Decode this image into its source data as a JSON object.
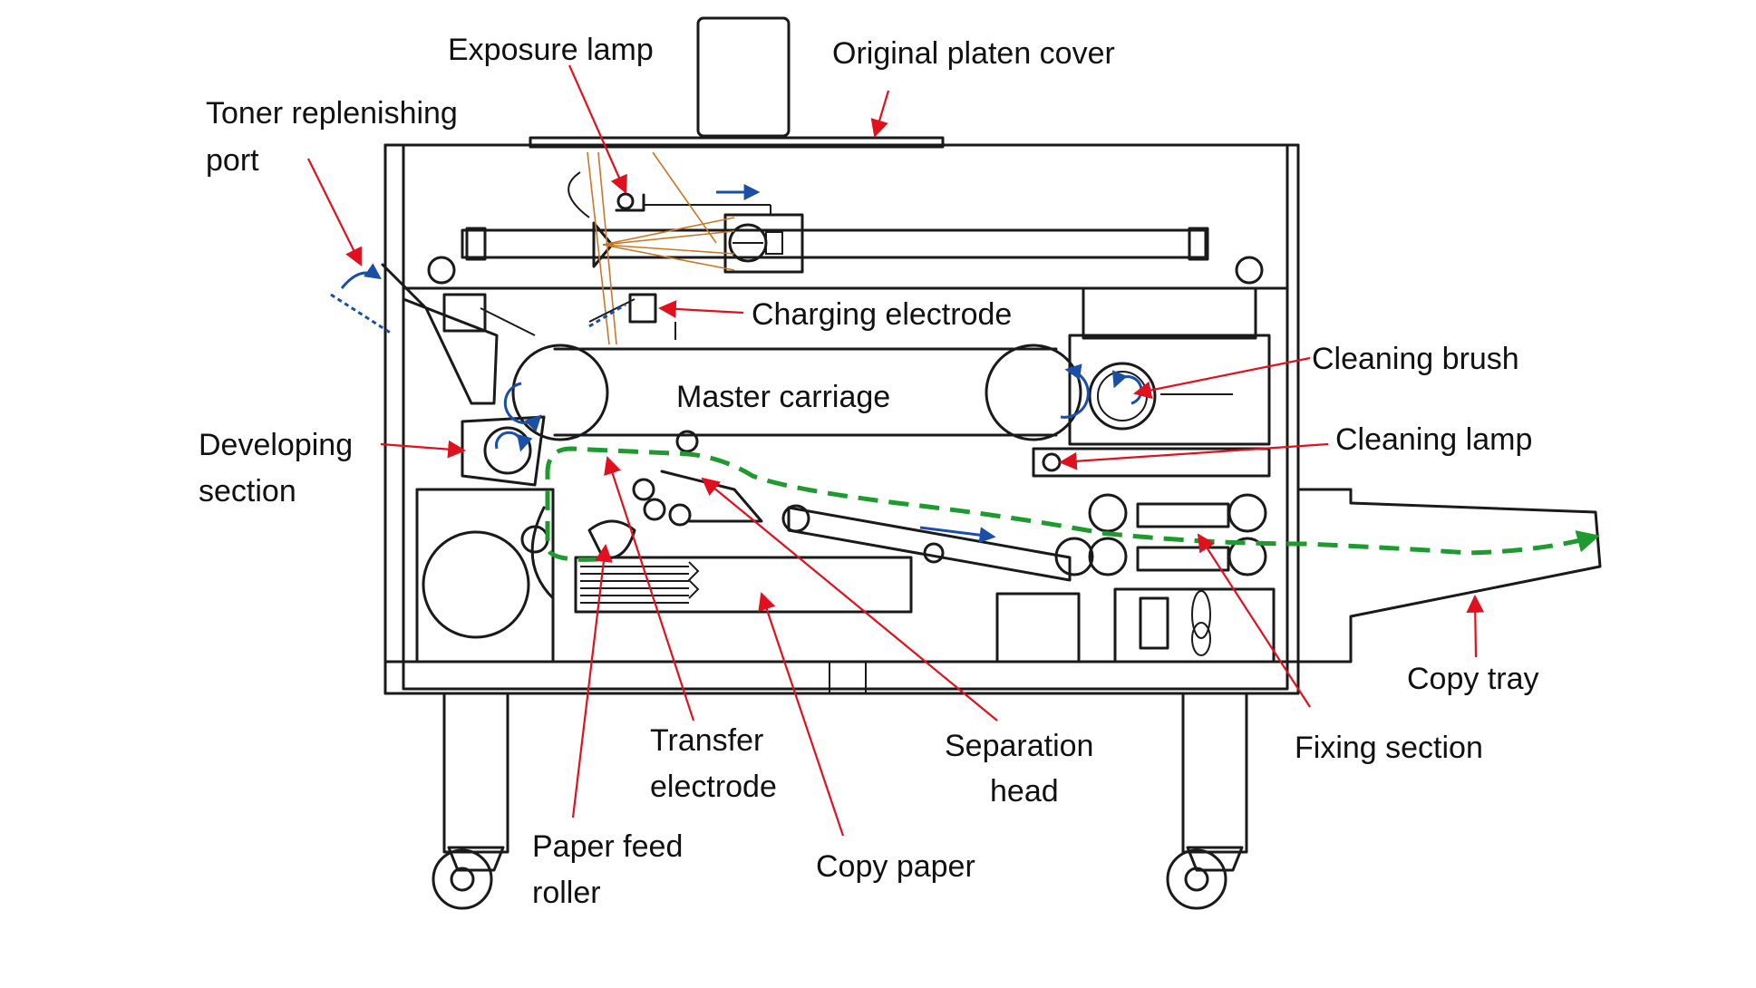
{
  "labels": {
    "exposure_lamp": "Exposure lamp",
    "original_platen_cover": "Original platen cover",
    "toner_replenishing_port_1": "Toner replenishing",
    "toner_replenishing_port_2": "port",
    "charging_electrode": "Charging electrode",
    "master_carriage": "Master carriage",
    "cleaning_brush": "Cleaning brush",
    "cleaning_lamp": "Cleaning lamp",
    "developing_section_1": "Developing",
    "developing_section_2": "section",
    "transfer_electrode_1": "Transfer",
    "transfer_electrode_2": "electrode",
    "separation_head_1": "Separation",
    "separation_head_2": "head",
    "copy_tray": "Copy tray",
    "fixing_section": "Fixing section",
    "paper_feed_roller_1": "Paper feed",
    "paper_feed_roller_2": "roller",
    "copy_paper": "Copy paper"
  },
  "colors": {
    "leader_line": "#e0101e",
    "paper_path": "#1e9a2e",
    "motion_arrow": "#1a4fa8",
    "optical_rays": "#c8782a",
    "machine_line": "#1a1a1a"
  }
}
